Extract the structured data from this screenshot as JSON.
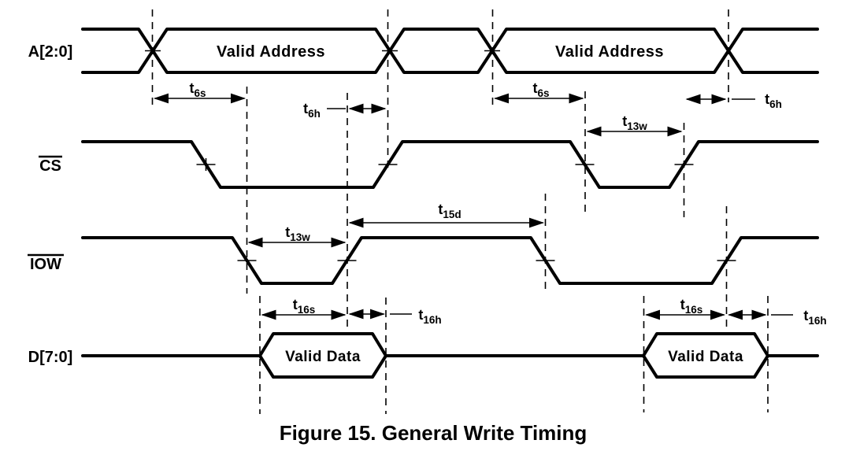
{
  "figure": {
    "caption": "Figure 15. General Write Timing"
  },
  "signals": {
    "address": {
      "label": "A[2:0]",
      "overline": false
    },
    "cs": {
      "label": "CS",
      "overline": true
    },
    "iow": {
      "label": "IOW",
      "overline": true
    },
    "data": {
      "label": "D[7:0]",
      "overline": false
    }
  },
  "bus_labels": {
    "valid_address": "Valid Address",
    "valid_data": "Valid Data"
  },
  "params": {
    "t6s": {
      "base": "t",
      "sub": "6s"
    },
    "t6h": {
      "base": "t",
      "sub": "6h"
    },
    "t13w": {
      "base": "t",
      "sub": "13w"
    },
    "t15d": {
      "base": "t",
      "sub": "15d"
    },
    "t16s": {
      "base": "t",
      "sub": "16s"
    },
    "t16h": {
      "base": "t",
      "sub": "16h"
    }
  },
  "colors": {
    "ink": "#000000",
    "background": "#ffffff"
  }
}
